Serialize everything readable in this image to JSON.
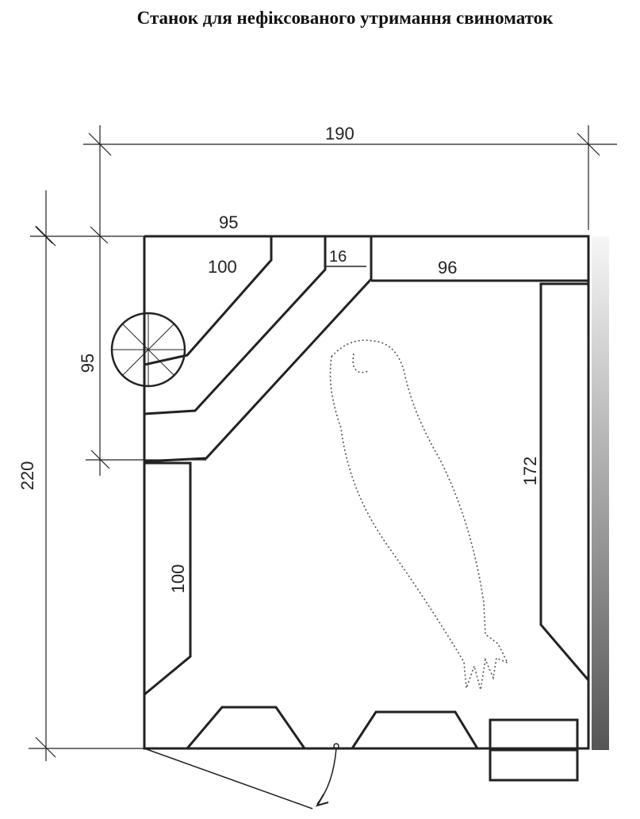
{
  "title": "Станок для нефіксованого утримання свиноматок",
  "dimensions": {
    "overall_width": "190",
    "overall_height": "220",
    "top_left_width": "95",
    "left_upper_height": "95",
    "feeder_diagonal": "100",
    "gap": "16",
    "top_right_panel": "96",
    "right_panel": "172",
    "left_lower_panel": "100"
  },
  "colors": {
    "line": "#222222",
    "dotted": "#555555",
    "gradient_dark": "#555555",
    "gradient_light": "#f4f4f4"
  }
}
